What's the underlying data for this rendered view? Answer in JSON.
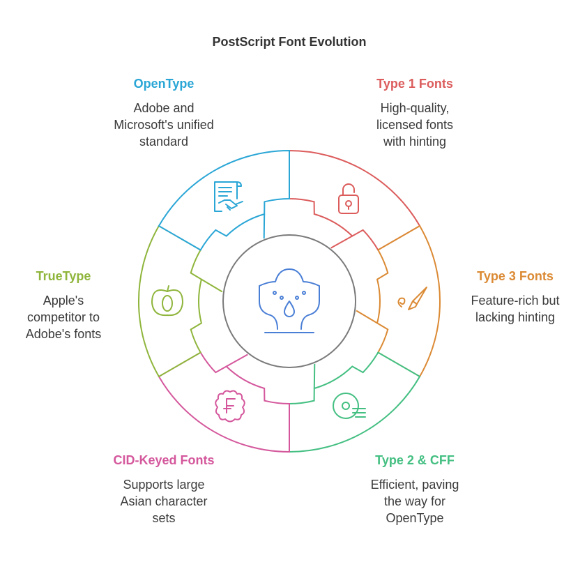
{
  "title": "PostScript Font Evolution",
  "colors": {
    "type1": "#dc5c5c",
    "type3": "#db8a34",
    "type2": "#44bf82",
    "cid": "#d4579c",
    "truetype": "#8fb53c",
    "opentype": "#2aa6d6",
    "center": "#7a7a7a",
    "center_icon": "#4a7fd6"
  },
  "segments": [
    {
      "key": "type1",
      "title": "Type 1 Fonts",
      "description": [
        "High-quality,",
        "licensed fonts",
        "with hinting"
      ],
      "icon": "padlock-icon"
    },
    {
      "key": "type3",
      "title": "Type 3 Fonts",
      "description": [
        "Feature-rich but",
        "lacking hinting"
      ],
      "icon": "paintbrush-icon"
    },
    {
      "key": "type2",
      "title": "Type 2 & CFF",
      "description": [
        "Efficient, paving",
        "the way for",
        "OpenType"
      ],
      "icon": "disc-icon"
    },
    {
      "key": "cid",
      "title": "CID-Keyed Fonts",
      "description": [
        "Supports large",
        "Asian character",
        "sets"
      ],
      "icon": "franc-badge-icon"
    },
    {
      "key": "truetype",
      "title": "TrueType",
      "description": [
        "Apple's",
        "competitor to",
        "Adobe's fonts"
      ],
      "icon": "apple-icon"
    },
    {
      "key": "opentype",
      "title": "OpenType",
      "description": [
        "Adobe and",
        "Microsoft's unified",
        "standard"
      ],
      "icon": "contract-handshake-icon"
    }
  ],
  "center_icon": "fountain-icon"
}
